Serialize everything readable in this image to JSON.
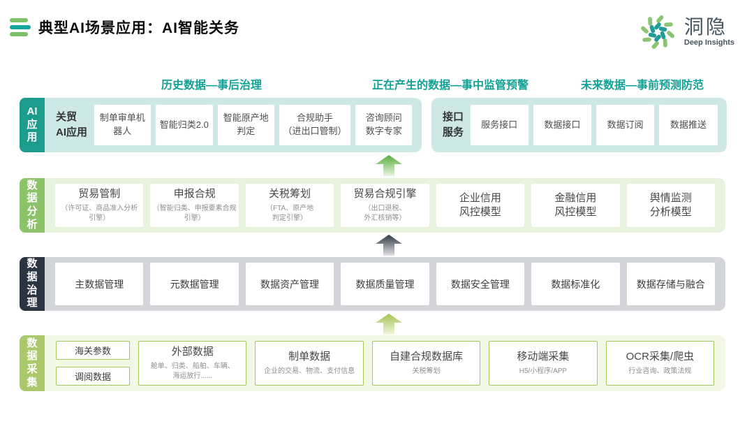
{
  "header": {
    "title": "典型AI场景应用：AI智能关务",
    "brand_name": "洞隐",
    "brand_tagline": "Deep Insights"
  },
  "phases": {
    "past": "历史数据—事后治理",
    "present": "正在产生的数据—事中监管预警",
    "future": "未来数据—事前预测防范"
  },
  "colors": {
    "accent_teal": "#12A195",
    "ai_row_tab": "#1C9C8C",
    "ai_row_bg": "#CEE9E5",
    "analysis_row_tab": "#8CC369",
    "analysis_row_bg": "#E8F3DF",
    "governance_row_tab": "#2B3441",
    "governance_row_bg": "#D3D5D9",
    "collection_row_tab": "#ABC96B",
    "collection_row_bg": "#F3F7E5",
    "collection_card_border": "#A6C75C"
  },
  "ai_row": {
    "tab": "AI\n应\n用",
    "group1_label": "关贸\nAI应用",
    "group1_cards": [
      "制单审单机\n器人",
      "智能归类2.0",
      "智能原产地\n判定",
      "合规助手\n（进出口管制）",
      "咨询顾问\n数字专家"
    ],
    "group2_label": "接口\n服务",
    "group2_cards": [
      "服务接口",
      "数据接口",
      "数据订阅",
      "数据推送"
    ]
  },
  "analysis_row": {
    "tab": "数\n据\n分\n析",
    "cards": [
      {
        "title": "贸易管制",
        "sub": "（许可证、商品准入分析\n引擎）"
      },
      {
        "title": "申报合规",
        "sub": "（智能归类、申报要素合规\n引擎）"
      },
      {
        "title": "关税筹划",
        "sub": "（FTA、原产地\n判定引擎）"
      },
      {
        "title": "贸易合规引擎",
        "sub": "（出口退税、\n外汇核销等）"
      },
      {
        "title": "企业信用\n风控模型",
        "sub": ""
      },
      {
        "title": "金融信用\n风控模型",
        "sub": ""
      },
      {
        "title": "舆情监测\n分析模型",
        "sub": ""
      }
    ]
  },
  "governance_row": {
    "tab": "数\n据\n治\n理",
    "cards": [
      "主数据管理",
      "元数据管理",
      "数据资产管理",
      "数据质量管理",
      "数据安全管理",
      "数据标准化",
      "数据存储与融合"
    ]
  },
  "collection_row": {
    "tab": "数\n据\n采\n集",
    "side_cards": [
      "海关参数",
      "调阅数据"
    ],
    "cards": [
      {
        "title": "外部数据",
        "sub": "舱单、归类、船舶、车辆、\n海运放行......"
      },
      {
        "title": "制单数据",
        "sub": "企业的交易、物流、支付信息"
      },
      {
        "title": "自建合规数据库",
        "sub": "关税筹划"
      },
      {
        "title": "移动端采集",
        "sub": "H5/小程序/APP"
      },
      {
        "title": "OCR采集/爬虫",
        "sub": "行业咨询、政策法规"
      }
    ]
  }
}
